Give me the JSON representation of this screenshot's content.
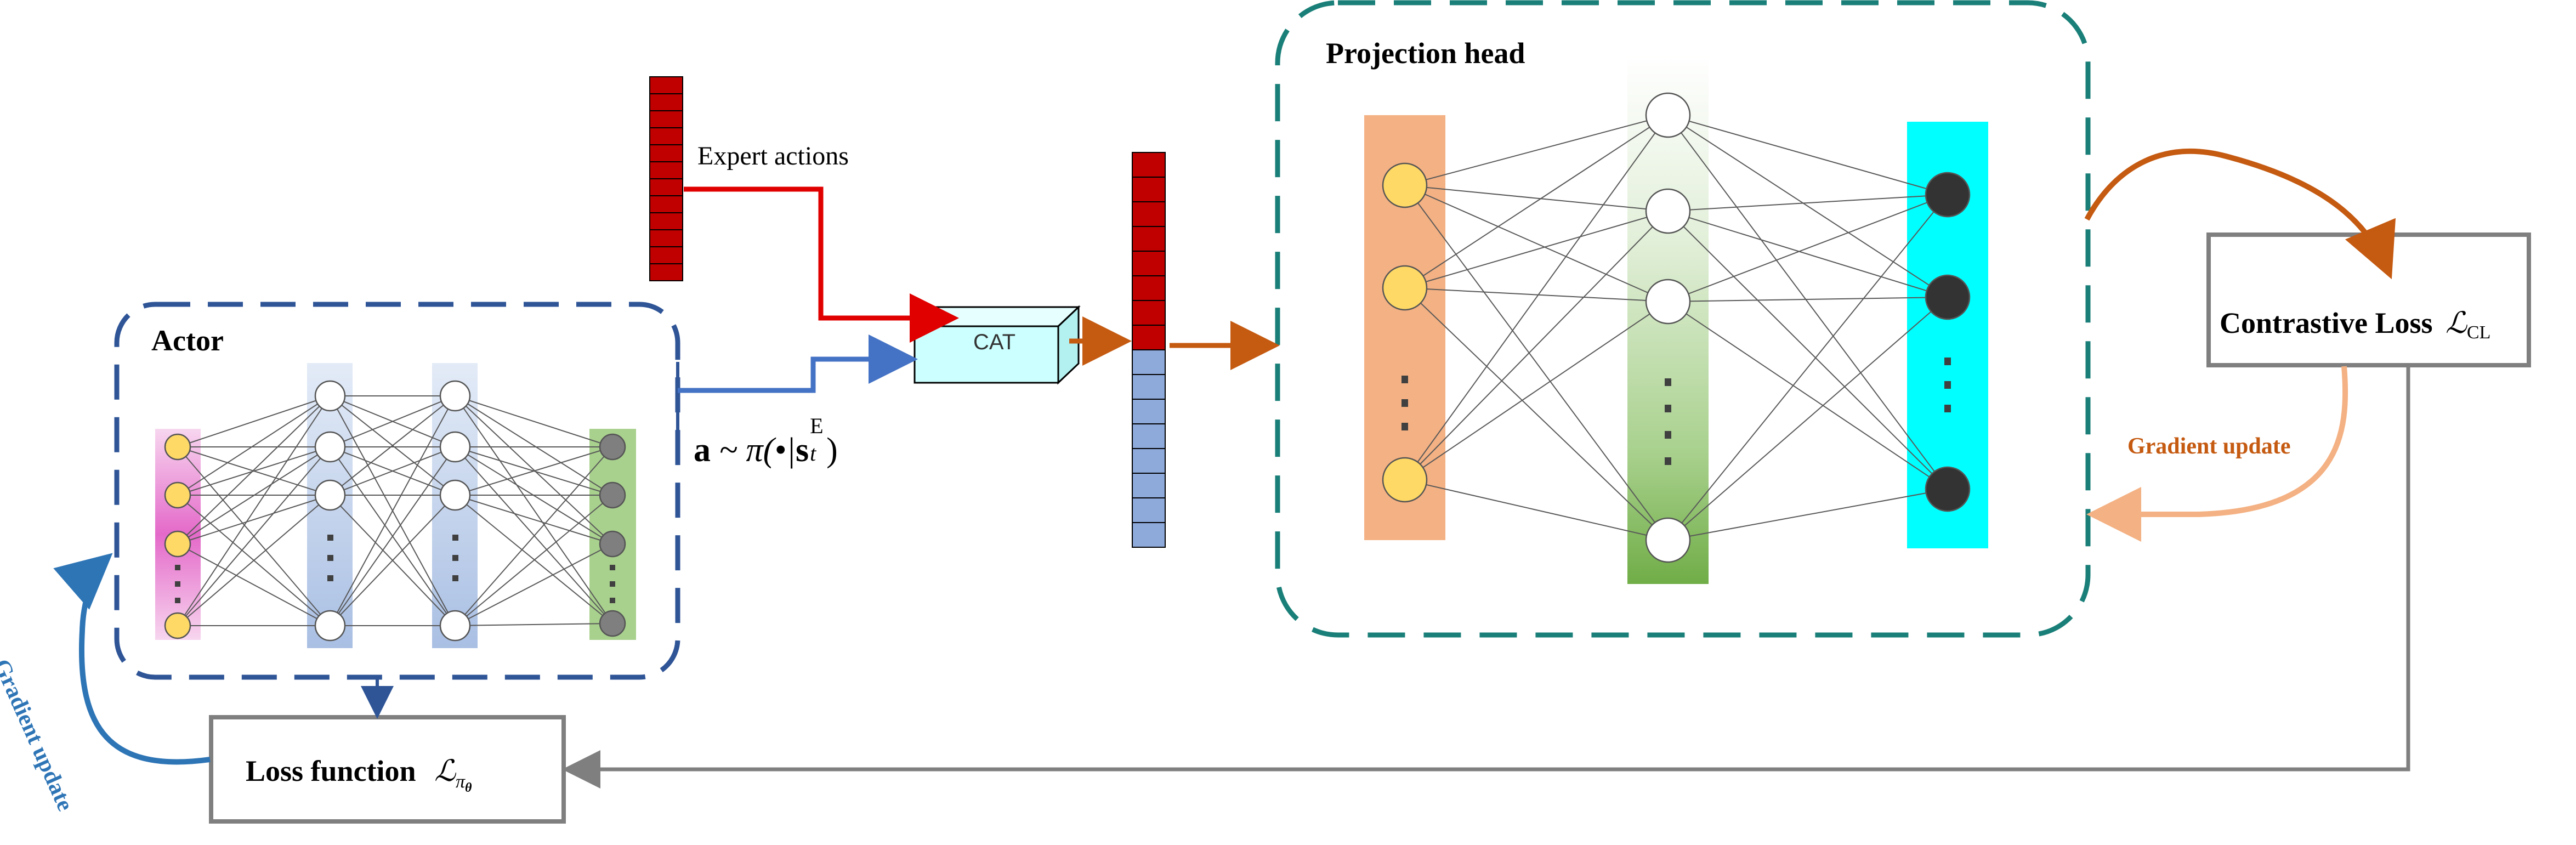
{
  "actor": {
    "title": "Actor"
  },
  "expert": {
    "label": "Expert actions"
  },
  "action_formula": {
    "bold_a": "a",
    "rest": "~ π(•|",
    "s": "s",
    "sub": "t",
    "sup": "E",
    "close": ")"
  },
  "cat_block": {
    "label": "CAT"
  },
  "projection": {
    "title": "Projection head"
  },
  "contrastive_loss": {
    "label": "Contrastive Loss",
    "symbol": "ℒ",
    "subscript": "CL"
  },
  "loss_function": {
    "label": "Loss function",
    "symbol": "ℒ",
    "subscript": "π",
    "sub_sub": "θ"
  },
  "gradient_update_right": "Gradient update",
  "gradient_update_left": "Gradient update",
  "colors": {
    "actor_border": "#2f5597",
    "projection_border": "#1a7f78",
    "expert_red": "#c00000",
    "arrow_red": "#e00000",
    "arrow_blue": "#4472c4",
    "arrow_orange": "#c55a11",
    "arrow_light_orange": "#f4b183",
    "arrow_gray": "#7f7f7f",
    "left_arrow_blue": "#2e75b6",
    "cat_fill": "#ccffff",
    "yellow_node": "#ffd966",
    "dark_node": "#333333",
    "gray_node": "#7f7f7f",
    "cyan_bar": "#00ffff",
    "orange_bar": "#f4b183",
    "green_bar": "#70ad47",
    "pink_bar": "#e469c9",
    "light_blue_bar": "#b4c7e7",
    "light_green_bar": "#a9d18e",
    "embedding_blue": "#8eaadb"
  }
}
